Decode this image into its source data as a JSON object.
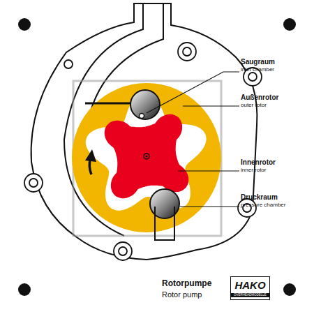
{
  "diagram": {
    "title": "Rotorpumpe",
    "nodes": [
      {
        "text": [
          "HAKO",
          "OVERHEADMODELLE"
        ]
      }
    ],
    "labels": [
      "Saugraum",
      "inlet chamber",
      "Außenrotor",
      "outer rotor",
      "Innenrotor",
      "inner rotor",
      "Druckraum",
      "pressure chamber",
      "Rotor pump"
    ]
  }
}
